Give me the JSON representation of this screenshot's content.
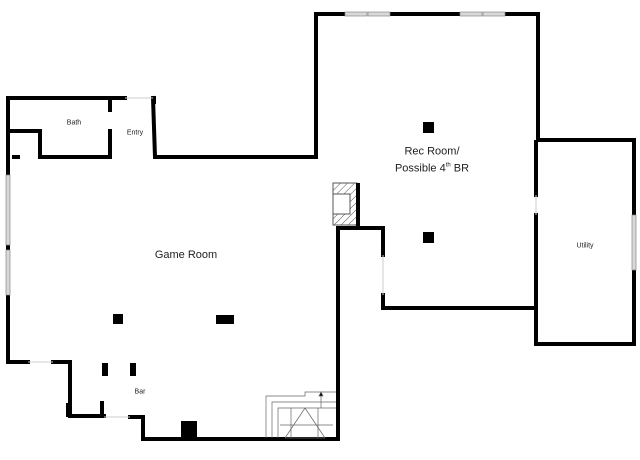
{
  "rooms": {
    "bath": "Bath",
    "entry": "Entry",
    "game_room": "Game Room",
    "rec_room_line1": "Rec Room/",
    "rec_room_line2_pre": "Possible 4",
    "rec_room_sup": "th",
    "rec_room_line2_post": " BR",
    "utility": "Utility",
    "bar": "Bar"
  },
  "colors": {
    "wall": "#000000",
    "window": "#d8d8d8",
    "background": "#ffffff"
  }
}
